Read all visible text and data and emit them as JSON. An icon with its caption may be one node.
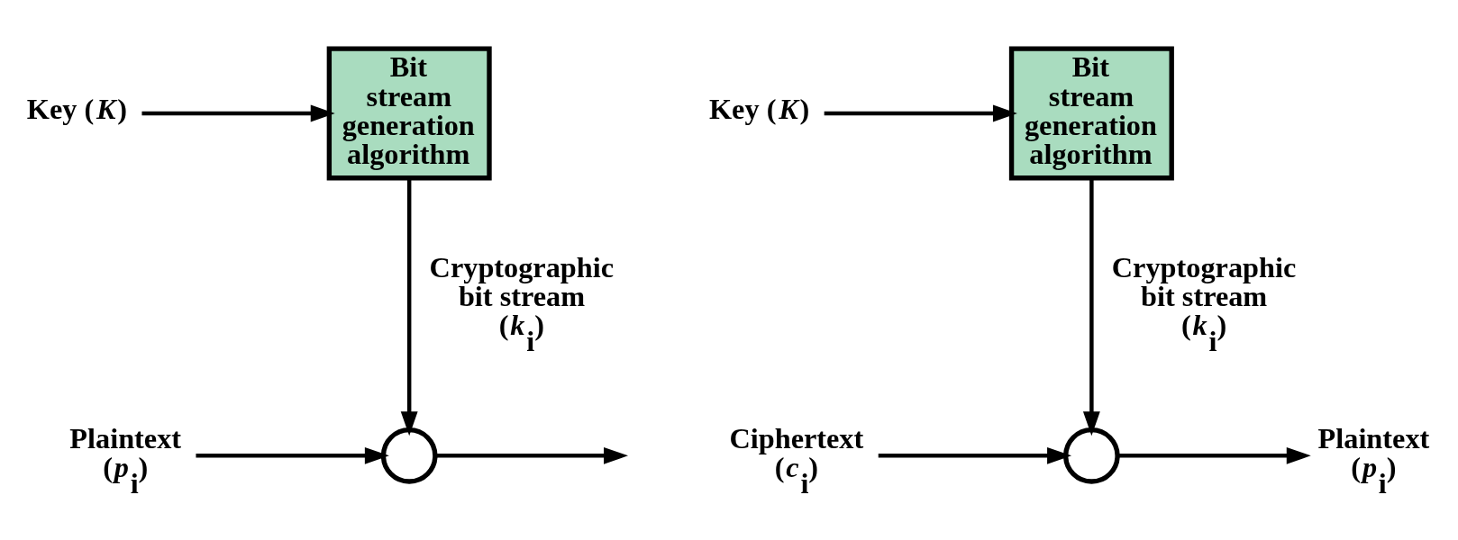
{
  "diagram": {
    "nodes": [
      {
        "text": [
          "Key (*K*)"
        ]
      },
      {
        "text": [
          "Bit stream generation algorithm"
        ]
      },
      {
        "text": [],
        "shape": "circle"
      },
      {
        "text": [
          "Plaintext (*p*$_{i}$)"
        ]
      },
      {
        "text": [
          "Key (*K*)"
        ]
      },
      {
        "text": [
          "Bit stream generation algorithm"
        ]
      },
      {
        "text": [],
        "shape": "circle"
      },
      {
        "text": [
          "Ciphertext (*c*$_{i}$)"
        ]
      },
      {
        "text": [
          "Plaintext (*p*$_{i}$)"
        ]
      }
    ],
    "edges": [
      {
        "from": 0,
        "to": 1,
        "arrow": "to"
      },
      {
        "from": 1,
        "to": 2,
        "arrow": "to",
        "label": "Cryptographic bit stream (*k*$_{i}$)"
      },
      {
        "from": 3,
        "to": 2,
        "arrow": "to"
      },
      {
        "from": 2,
        "to": null,
        "arrow": "to"
      },
      {
        "from": 4,
        "to": 5,
        "arrow": "to"
      },
      {
        "from": 5,
        "to": 6,
        "arrow": "to",
        "label": "Cryptographic bit stream (*k*$_{i}$)"
      },
      {
        "from": 7,
        "to": 6,
        "arrow": "to"
      },
      {
        "from": 6,
        "to": 8,
        "arrow": "to"
      }
    ]
  }
}
